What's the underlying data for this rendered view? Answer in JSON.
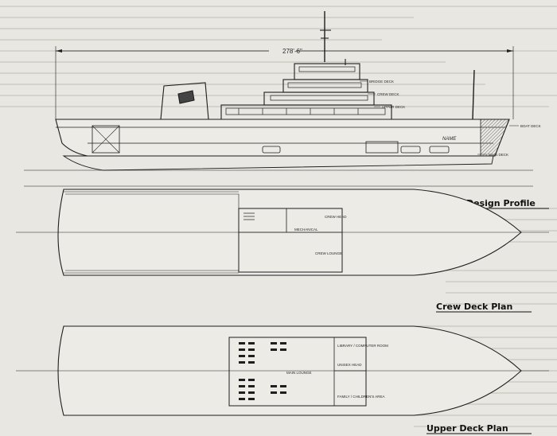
{
  "profile": {
    "length_dim": "278'-6\"",
    "hull_name": "NAME",
    "labels": {
      "bridge_deck": "BRIDGE DECK",
      "crew_deck": "CREW DECK",
      "upper_deck": "UPPER DECK",
      "boat_deck": "BOAT DECK",
      "main_deck": "MAIN DECK"
    },
    "caption": "Design Profile"
  },
  "crew_plan": {
    "rooms": {
      "mechanical": "MECHANICAL",
      "crew_head": "CREW HEAD",
      "crew_lounge": "CREW LOUNGE"
    },
    "caption": "Crew Deck Plan"
  },
  "upper_plan": {
    "rooms": {
      "library": "LIBRARY / COMPUTER ROOM",
      "unisex_head": "UNISEX HEAD",
      "main_lounge": "MAIN LOUNGE",
      "family_area": "FAMILY / CHILDREN'S AREA"
    },
    "caption": "Upper Deck Plan"
  },
  "colors": {
    "ink": "#1e1e1e",
    "paper": "#e9e7e2",
    "hatch": "#8a8a8a"
  }
}
